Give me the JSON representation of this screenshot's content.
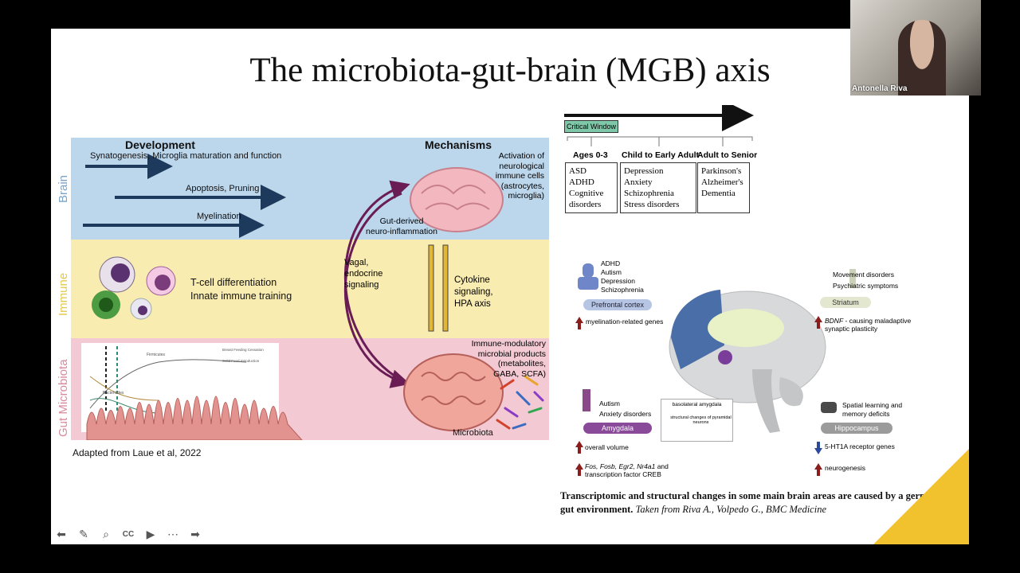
{
  "slide": {
    "title": "The microbiota-gut-brain (MGB) axis"
  },
  "figure": {
    "bands": [
      "Brain",
      "Immune",
      "Gut Microbiota"
    ],
    "headers": {
      "development": "Development",
      "mechanisms": "Mechanisms"
    },
    "dev_items": [
      "Synatogenesis, Microglia maturation and function",
      "Apoptosis, Pruning",
      "Myelination"
    ],
    "immune_items": [
      "T-cell differentiation",
      "Innate immune training"
    ],
    "mech": {
      "activation": [
        "Activation of",
        "neurological",
        "immune cells",
        "(astrocytes,",
        "microglia)"
      ],
      "gut_derived": [
        "Gut-derived",
        "neuro-inflammation"
      ],
      "vagal": [
        "Vagal,",
        "endocrine",
        "signaling"
      ],
      "cytokine": [
        "Cytokine",
        "signaling,",
        "HPA axis"
      ],
      "immune_mod": [
        "Immune-modulatory",
        "microbial products",
        "(metabolites,",
        "GABA, SCFA)"
      ],
      "microbiota": "Microbiota"
    },
    "mini_chart": {
      "firmicutes": "Firmicutes",
      "bacteroides": "Bacteroides",
      "legend": [
        "Breast Feeding Cessation",
        "Solid Food Introduction"
      ]
    },
    "caption": "Adapted from Laue et al, 2022"
  },
  "timeline": {
    "critical": "Critical Window",
    "groups": [
      {
        "head": "Ages 0-3",
        "items": [
          "ASD",
          "ADHD",
          "Cognitive",
          "disorders"
        ]
      },
      {
        "head": "Child to Early Adult",
        "items": [
          "Depression",
          "Anxiety",
          "Schizophrenia",
          "Stress disorders"
        ]
      },
      {
        "head": "Adult to Senior",
        "items": [
          "Parkinson's",
          "Alzheimer's",
          "Dementia"
        ]
      }
    ]
  },
  "brain_fig": {
    "pfc": {
      "items": [
        "ADHD",
        "Autism",
        "Depression",
        "Schizophrenia"
      ],
      "label": "Prefrontal cortex",
      "effect": "myelination-related genes"
    },
    "striatum": {
      "items": [
        "Movement disorders",
        "Psychiatric symptoms"
      ],
      "label": "Striatum",
      "effect_i": "BDNF",
      "effect": " - causing maladaptive synaptic plasticity"
    },
    "amygdala": {
      "items": [
        "Autism",
        "Anxiety disorders"
      ],
      "label": "Amygdala",
      "effect1": "overall volume",
      "effect2_i": "Fos, Fosb, Egr2, Nr4a1",
      "effect2": " and transcription factor CREB"
    },
    "baso": {
      "title": "basolateral amygdala",
      "desc": "structural changes of pyramidal neurons"
    },
    "hippo": {
      "items": [
        "Spatial learning and",
        "memory deficits"
      ],
      "label": "Hippocampus",
      "effect1": "5-HT1A receptor genes",
      "effect2": "neurogenesis"
    }
  },
  "bottom_caption": {
    "bold": "Transcriptomic and structural changes in some main brain areas are caused by a germ-free gut environment.",
    "italic": "Taken from Riva A., Volpedo G., BMC Medicine"
  },
  "participant": {
    "name": "Antonella Riva"
  },
  "toolbar": [
    "back-icon",
    "pen-icon",
    "search-icon",
    "cc-icon",
    "camera-icon",
    "more-icon",
    "forward-icon"
  ]
}
